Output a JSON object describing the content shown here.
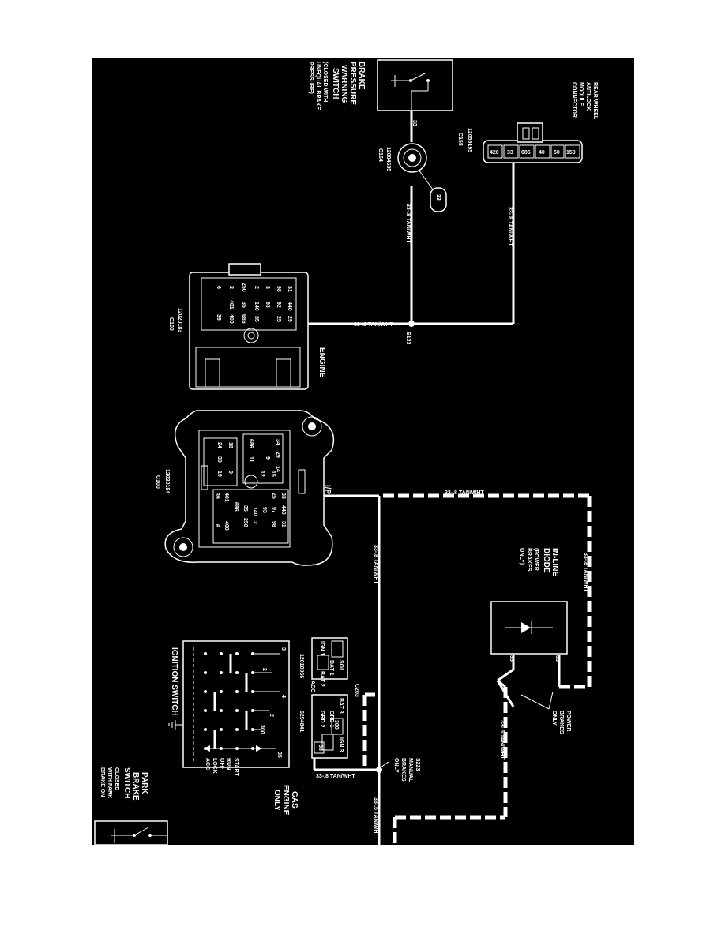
{
  "components": {
    "brake_pressure_switch": {
      "title": [
        "BRAKE",
        "PRESSURE",
        "WARNING",
        "SWITCH"
      ],
      "note": [
        "(CLOSED WITH",
        "UNEQUAL BRAKE",
        "PRESSURE)"
      ],
      "pin": "33"
    },
    "rear_wheel_module": {
      "title": [
        "REAR WHEEL",
        "ANTILOCK",
        "MODULE",
        "CONNECTOR"
      ],
      "part_number": "12059195",
      "connector": "C158",
      "pins": [
        "420",
        "33",
        "686",
        "40",
        "50",
        "150"
      ]
    },
    "connector_c164": {
      "part_number": "12004635",
      "connector": "C164",
      "pin_badge": "33"
    },
    "splice_s133": "S133",
    "engine_connector": {
      "label": "ENGINE",
      "part_number": "12020183",
      "connector": "C100",
      "row1": [
        "31",
        "440",
        "29"
      ],
      "row2": [
        "98",
        "92",
        "25"
      ],
      "row3": [
        "3",
        "93",
        ""
      ],
      "row4": [
        "2",
        "140",
        "35"
      ],
      "row5": [
        "250",
        "35",
        "686"
      ],
      "row6": [
        "2",
        "401",
        "400"
      ],
      "row7": [
        "6",
        "",
        "39"
      ]
    },
    "ip_connector": {
      "label": "I/P",
      "part_number": "12020184",
      "connector": "C100",
      "block_a": [
        "18",
        "24",
        "30",
        "19",
        "9"
      ],
      "block_b": [
        "34",
        "29",
        "14",
        "9",
        "12",
        "15",
        "686",
        "11"
      ],
      "block_c": [
        "33",
        "440",
        "31",
        "25",
        "97",
        "98",
        "93",
        "140",
        "2",
        "35",
        "250",
        "686",
        "401",
        "400",
        "39",
        "6"
      ]
    },
    "inline_diode": {
      "title": [
        "IN-LINE",
        "DIODE",
        "(POWER",
        "BRAKES",
        "ONLY)"
      ],
      "pin_left": "33",
      "pin_right": "33"
    },
    "ignition_switch": {
      "title": "IGNITION SWITCH",
      "positions": [
        "START",
        "RUN",
        "OFF",
        "LOCK",
        "ACC"
      ],
      "terminals": [
        "3",
        "2",
        "4",
        "2",
        "300",
        "35"
      ]
    },
    "c203": {
      "connector": "C203",
      "part_number_a": "12010966",
      "part_number_b": "6294841",
      "terminals_a": [
        "SOL",
        "BAT 1",
        "IGN 1",
        "BAT 2",
        "ACC"
      ],
      "terminals_b": [
        "BAT 3",
        "IGN 3",
        "GRD 1",
        "GRD 2",
        "300",
        "33"
      ]
    },
    "gas_engine_only": [
      "GAS",
      "ENGINE",
      "ONLY"
    ],
    "park_brake_switch": {
      "title": [
        "PARK",
        "BRAKE",
        "SWITCH"
      ],
      "note": [
        "CLOSED",
        "WITH PARK",
        "BRAKE ON"
      ]
    },
    "splice_s223": {
      "splice": "S223",
      "note": [
        "MANUAL",
        "BRAKES",
        "ONLY"
      ]
    },
    "power_brakes_only": [
      "POWER",
      "BRAKES",
      "ONLY"
    ]
  },
  "wires": {
    "w1": "33-.8 TAN/WHT",
    "w2": "33-.8 TAN/WHT",
    "w3": "33-.8 TAN/WHT",
    "w4": "33-.8 TAN/WHT",
    "w5": "33-.8 TAN/WHT",
    "w6": "33-.8 TAN/WHT",
    "w7": "33-.5 TAN/WHT",
    "w8": "33-.5 TAN/WHT",
    "w9": "33-.8 TAN/WHT"
  },
  "colors": {
    "background": "#000000",
    "ink": "#ffffff"
  }
}
